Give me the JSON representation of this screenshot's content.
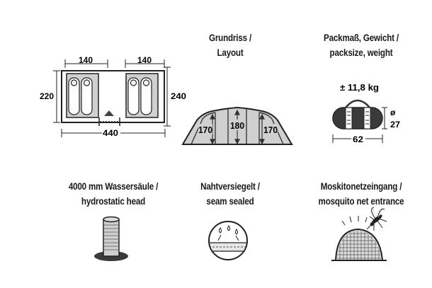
{
  "floorplan": {
    "width_left_cabin": "140",
    "width_right_cabin": "140",
    "depth_cabin": "220",
    "depth_total": "240",
    "length_total": "440"
  },
  "layout": {
    "title_line1": "Grundriss /",
    "title_line2": "Layout",
    "height_left": "170",
    "height_center": "180",
    "height_right": "170"
  },
  "packsize": {
    "title_line1": "Packmaß, Gewicht /",
    "title_line2": "packsize, weight",
    "weight": "± 11,8 kg",
    "diameter_symbol": "ø",
    "diameter": "27",
    "length": "62"
  },
  "features": [
    {
      "line1": "4000 mm Wassersäule /",
      "line2": "hydrostatic head"
    },
    {
      "line1": "Nahtversiegelt /",
      "line2": "seam sealed"
    },
    {
      "line1": "Moskitonetzeingang /",
      "line2": "mosquito net entrance"
    }
  ],
  "colors": {
    "tent_fill": "#d0d0d0",
    "stroke": "#222222",
    "dark_fill": "#2b2b2b"
  }
}
